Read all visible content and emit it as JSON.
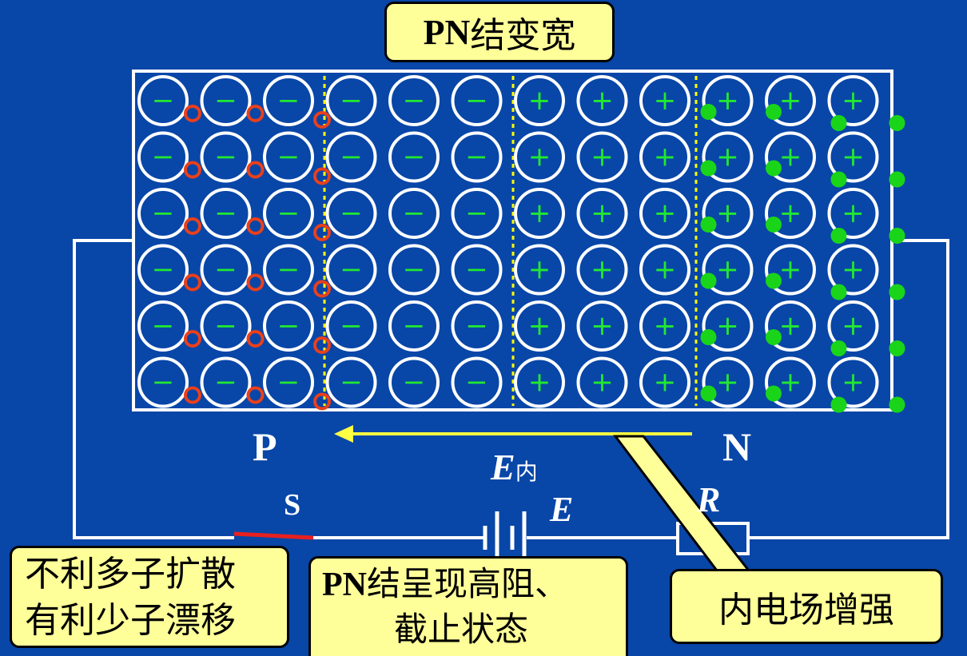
{
  "title": {
    "latin": "PN",
    "cjk": "结变宽"
  },
  "region_labels": {
    "p": "P",
    "n": "N"
  },
  "field_label": {
    "main": "E",
    "sub": "内"
  },
  "components": {
    "switch": "S",
    "battery": "E",
    "resistor": "R"
  },
  "ions": {
    "p_side_symbol": "−",
    "n_side_symbol": "+"
  },
  "grid": {
    "rows": 6,
    "p_columns": 6,
    "n_columns": 6,
    "p_carrier_columns": 3,
    "n_carrier_columns": 3
  },
  "notes": {
    "left": [
      "不利多子扩散",
      "有利少子漂移"
    ],
    "center_line1_latin": "PN",
    "center_line1_cjk": "结呈现高阻、",
    "center_line2": "截止状态",
    "right": "内电场增强"
  },
  "colors": {
    "background": "#0846A8",
    "ion_border": "#FFFFFF",
    "ion_sign": "#22E830",
    "hole": "#E8401C",
    "electron": "#1AD41A",
    "field_arrow": "#FFFF44",
    "depletion_boundary": "#FFFF00",
    "callout_fill": "#FFFF99",
    "switch_blade": "#E82020"
  }
}
